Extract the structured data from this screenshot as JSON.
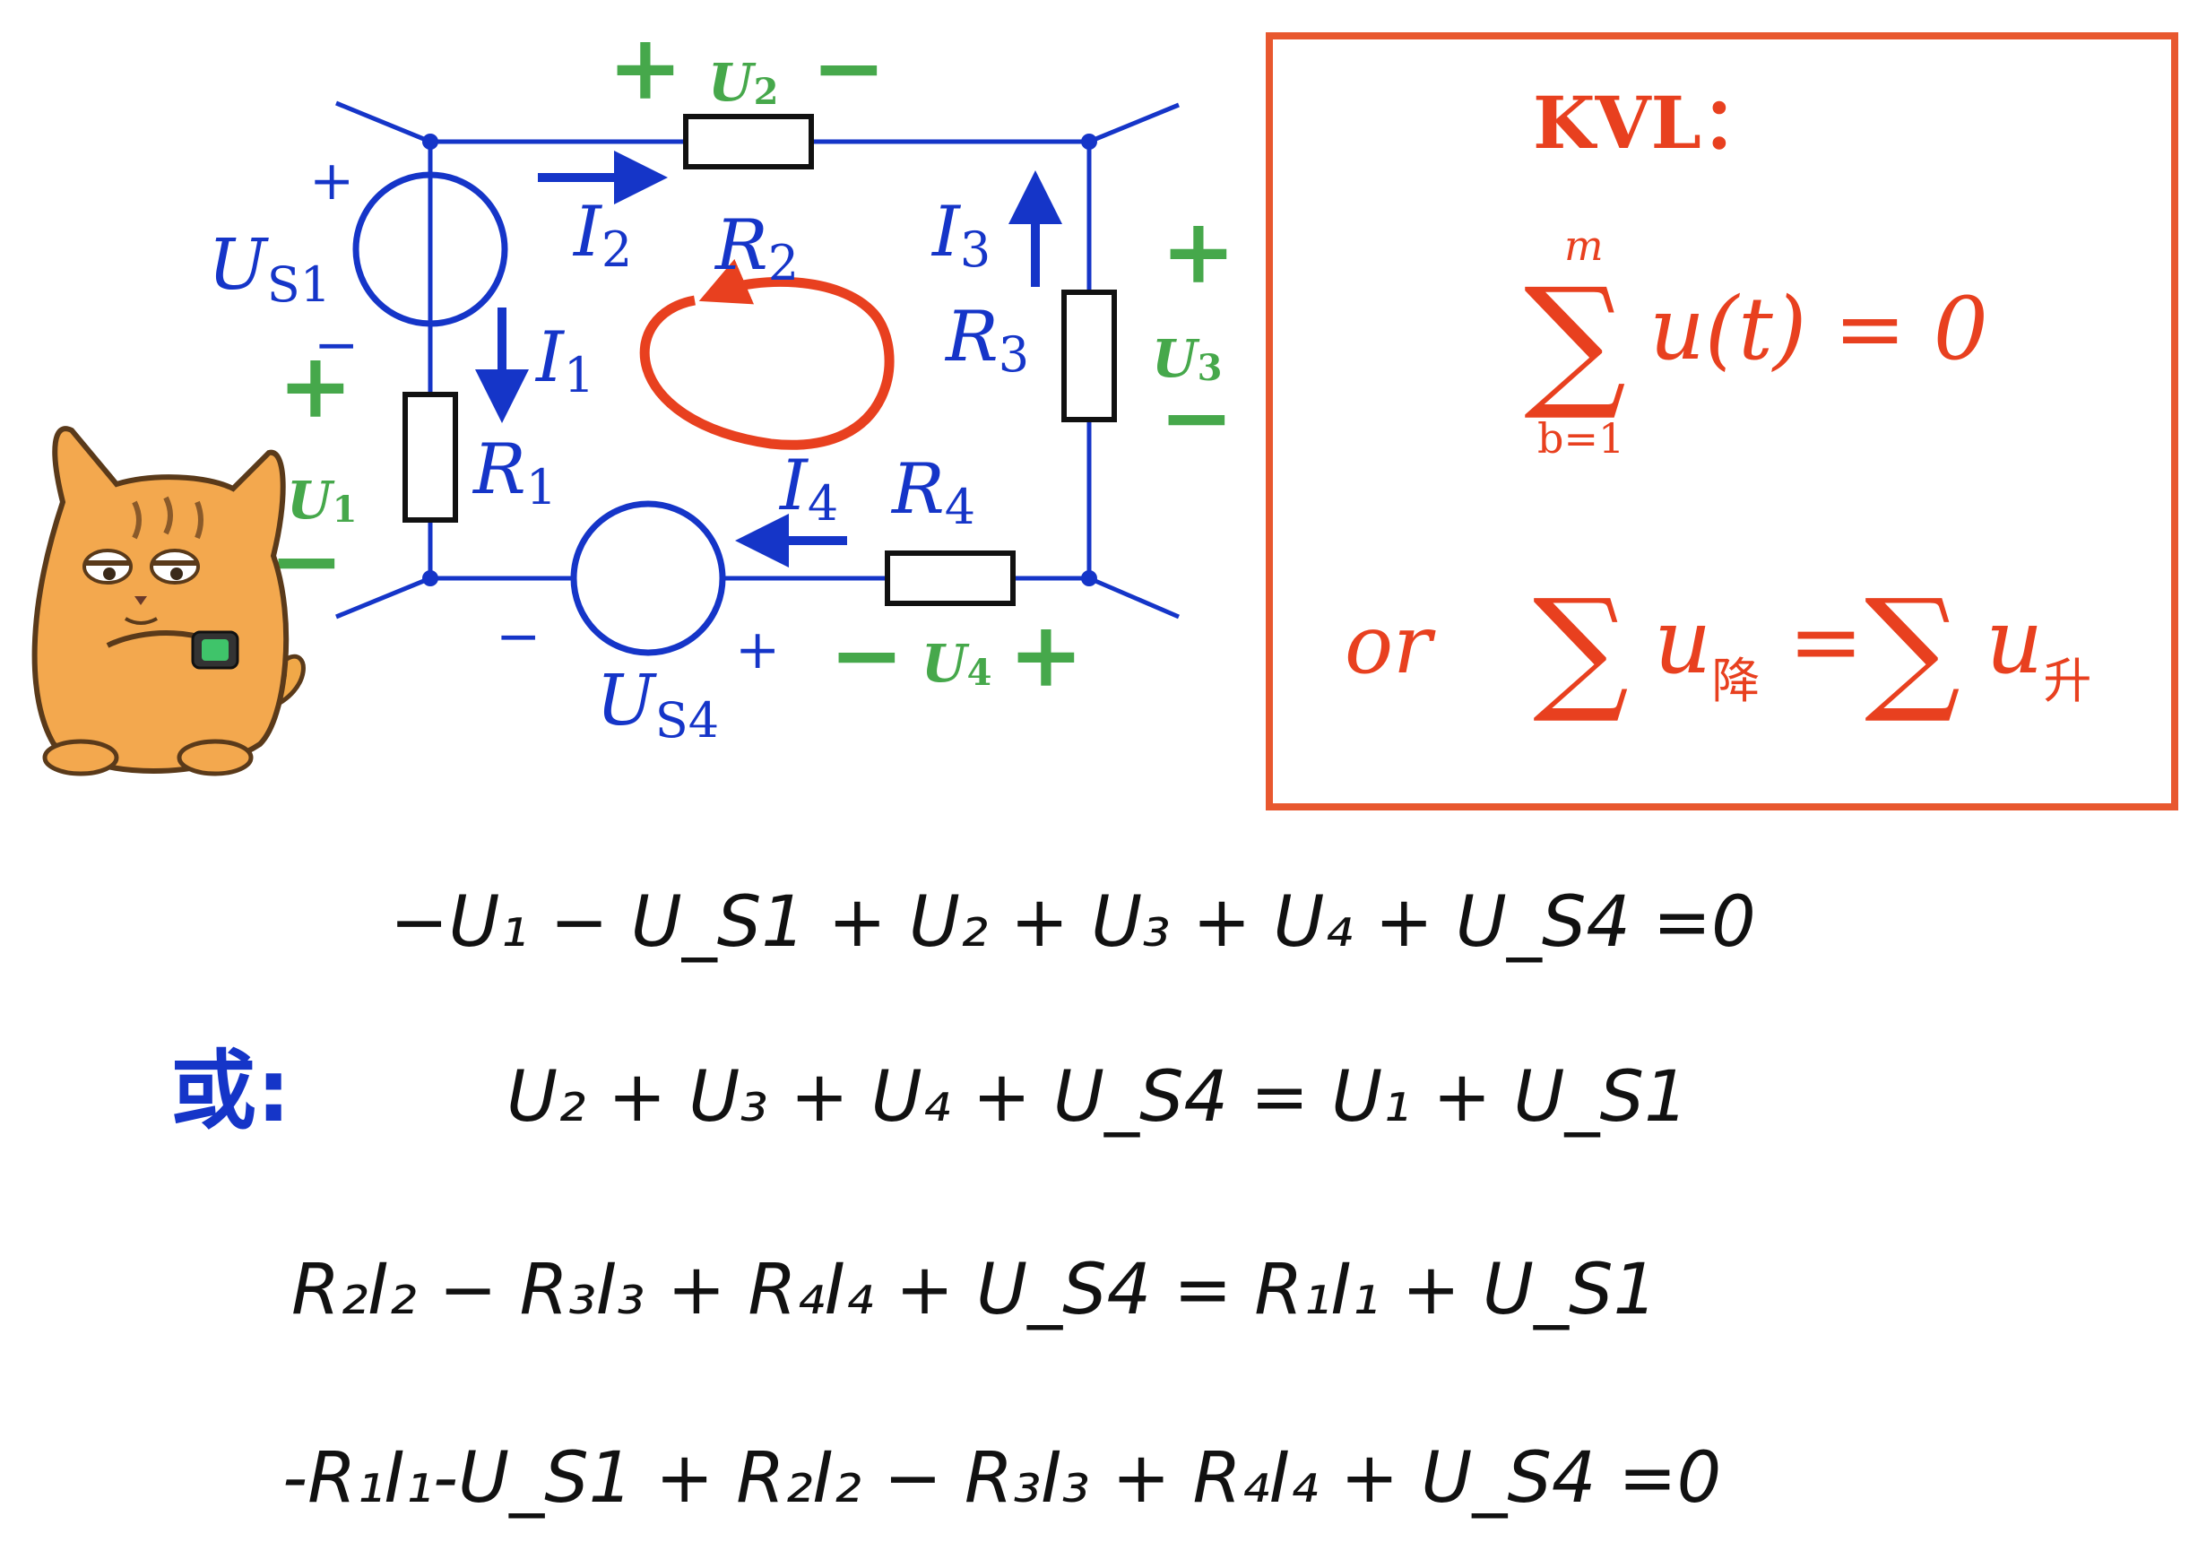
{
  "colors": {
    "wire": "#1535c8",
    "current": "#1535c8",
    "voltage_label": "#46a84b",
    "loop": "#e8401f",
    "kvl_box": "#e8582f",
    "kvl_text": "#e8401f",
    "alt_label": "#1535c8"
  },
  "circuit": {
    "sources": [
      {
        "name": "U",
        "sub": "S1",
        "plus": "+",
        "minus": "−"
      },
      {
        "name": "U",
        "sub": "S4",
        "plus": "+",
        "minus": "−"
      }
    ],
    "resistors": [
      {
        "name": "R",
        "sub": "1"
      },
      {
        "name": "R",
        "sub": "2"
      },
      {
        "name": "R",
        "sub": "3"
      },
      {
        "name": "R",
        "sub": "4"
      }
    ],
    "currents": [
      {
        "name": "I",
        "sub": "1"
      },
      {
        "name": "I",
        "sub": "2"
      },
      {
        "name": "I",
        "sub": "3"
      },
      {
        "name": "I",
        "sub": "4"
      }
    ],
    "voltages": [
      {
        "name": "U",
        "sub": "1",
        "plus": "+",
        "minus": "−"
      },
      {
        "name": "U",
        "sub": "2",
        "plus": "+",
        "minus": "−"
      },
      {
        "name": "U",
        "sub": "3",
        "plus": "+",
        "minus": "−"
      },
      {
        "name": "U",
        "sub": "4",
        "plus": "+",
        "minus": "−"
      }
    ],
    "mascot": "cat-with-smartwatch"
  },
  "kvl_box": {
    "title": "KVL：",
    "formula1": {
      "sum_top": "m",
      "sum_bottom": "b=1",
      "body": "u(t) = 0"
    },
    "or_label": "or",
    "formula2": {
      "lhs_var": "u",
      "lhs_sub": "降",
      "eq": "=",
      "rhs_var": "u",
      "rhs_sub": "升"
    }
  },
  "equations": {
    "eq1": "−U₁ − U_S1 + U₂ + U₃ + U₄ + U_S4 =0",
    "alt_label": "或:",
    "eq2": "U₂ + U₃ + U₄ + U_S4 = U₁ + U_S1",
    "eq3": "R₂I₂ − R₃I₃ + R₄I₄ + U_S4 = R₁I₁ + U_S1",
    "eq4": "-R₁I₁-U_S1 + R₂I₂ − R₃I₃ + R₄I₄ + U_S4 =0"
  }
}
